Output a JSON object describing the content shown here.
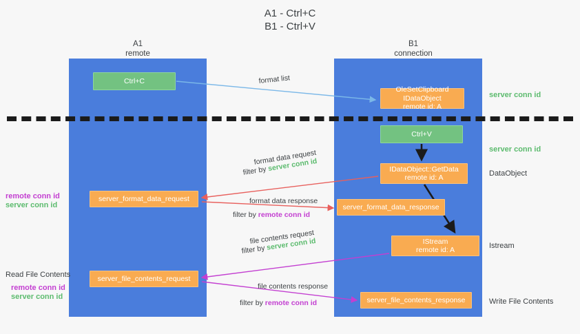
{
  "title": {
    "line1": "A1 - Ctrl+C",
    "line2": "B1 - Ctrl+V"
  },
  "columns": [
    {
      "name": "A1",
      "role": "remote"
    },
    {
      "name": "B1",
      "role": "connection"
    }
  ],
  "colors": {
    "lane": "#4a7ddc",
    "green_box": "#73c281",
    "orange_box": "#f9ab51",
    "server_conn_id": "#5cbb6e",
    "remote_conn_id": "#c33fd1",
    "arrow_blue": "#7bb8e8",
    "arrow_red": "#e8605d",
    "arrow_magenta": "#c33fd1",
    "arrow_black": "#1b1b1b",
    "divider": "#1b1b1b",
    "background": "#f7f7f7"
  },
  "boxes": {
    "ctrl_c": {
      "label": "Ctrl+C",
      "style": "green"
    },
    "idataobject": {
      "line1": "OleSetClipboard IDataObject",
      "line2": "remote id: A",
      "style": "orange"
    },
    "ctrl_v": {
      "label": "Ctrl+V",
      "style": "green"
    },
    "getdata": {
      "line1": "IDataObject::GetData",
      "line2": "remote id: A",
      "style": "orange"
    },
    "server_format_data_request": {
      "label": "server_format_data_request",
      "style": "orange"
    },
    "server_format_data_response": {
      "label": "server_format_data_response",
      "style": "orange"
    },
    "istream": {
      "line1": "IStream",
      "line2": "remote id: A",
      "style": "orange"
    },
    "server_file_contents_request": {
      "label": "server_file_contents_request",
      "style": "orange"
    },
    "server_file_contents_response": {
      "label": "server_file_contents_response",
      "style": "orange"
    }
  },
  "edges": {
    "format_list": "format list",
    "format_data_request": "format data request",
    "format_data_request_filter_prefix": "filter by ",
    "format_data_request_filter_value": "server conn id",
    "format_data_response": "format data response",
    "format_data_response_filter_prefix": "filter by ",
    "format_data_response_filter_value": "remote conn id",
    "file_contents_request": "file contents request",
    "file_contents_request_filter_prefix": "filter by ",
    "file_contents_request_filter_value": "server conn id",
    "file_contents_response": "file contents response",
    "file_contents_response_filter_prefix": "filter by ",
    "file_contents_response_filter_value": "remote conn id"
  },
  "right_notes": {
    "server_conn_id_top": "server conn id",
    "server_conn_id_mid": "server conn id",
    "dataobject": "DataObject",
    "istream": "Istream",
    "write_file_contents": "Write File Contents"
  },
  "left_notes": {
    "remote_conn_id_1": "remote conn id",
    "server_conn_id_1": "server conn id",
    "read_file_contents": "Read File Contents",
    "remote_conn_id_2": "remote conn id",
    "server_conn_id_2": "server conn id"
  }
}
